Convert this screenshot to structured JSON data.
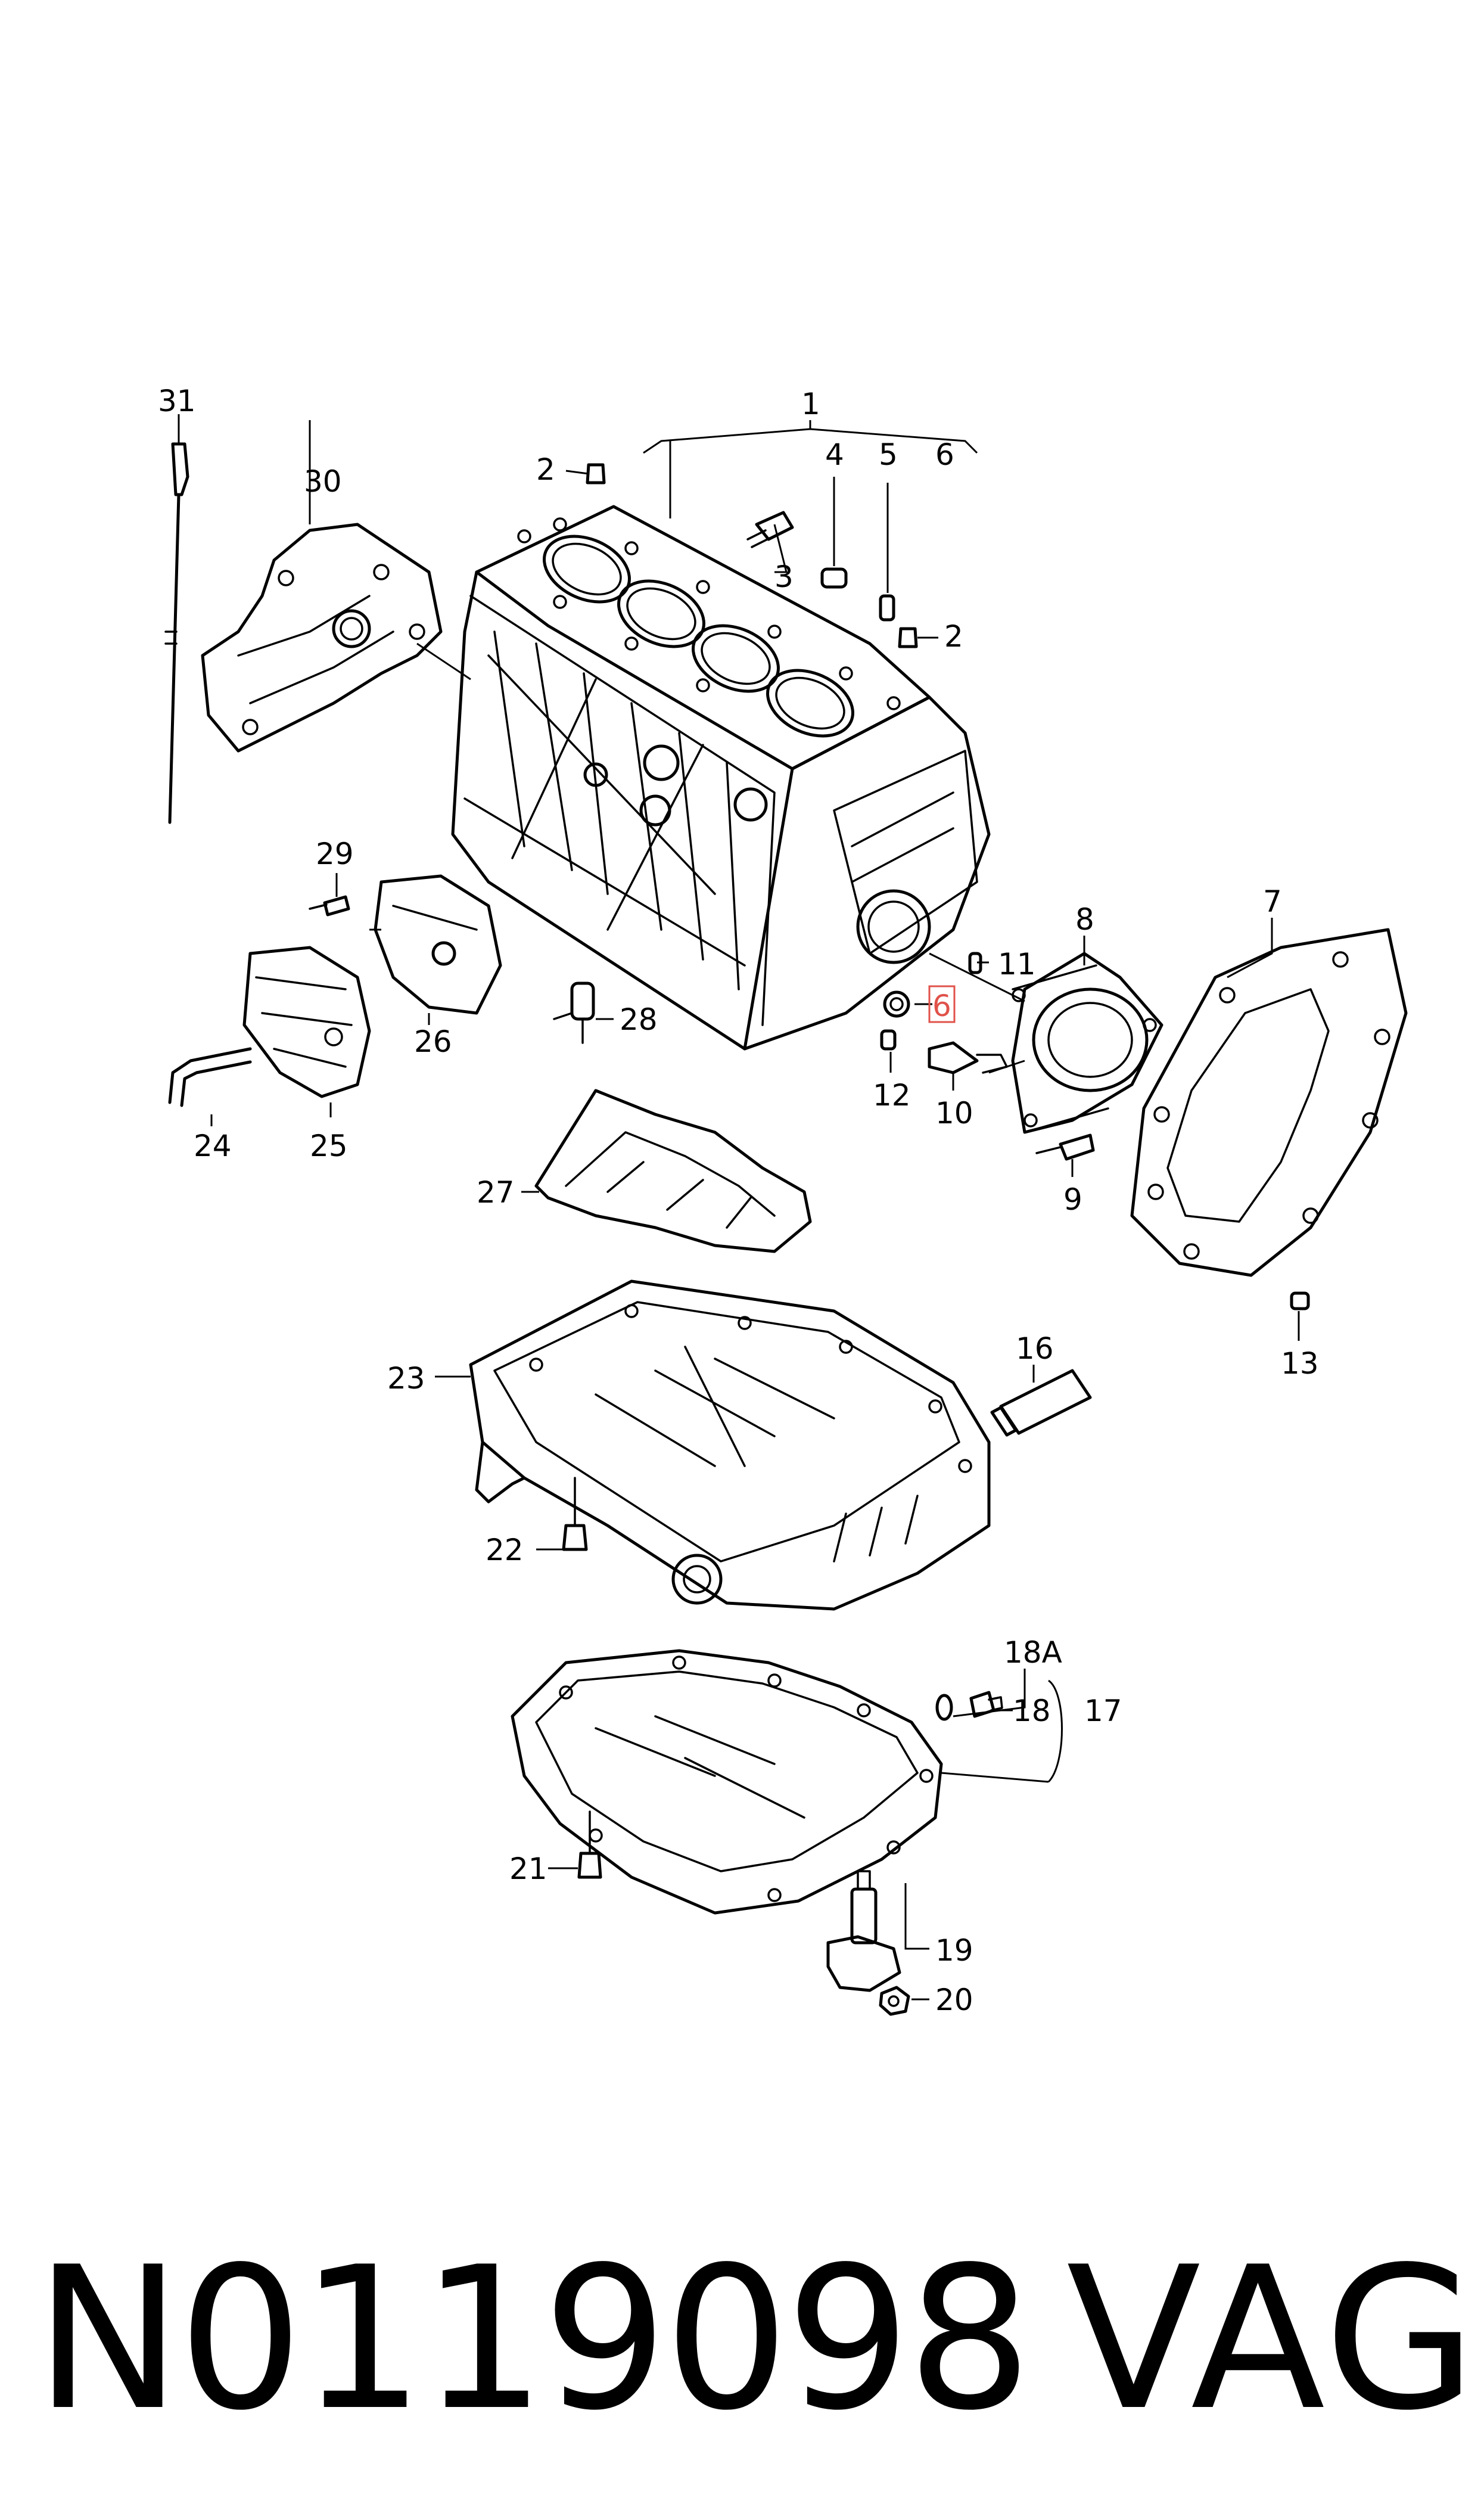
{
  "diagram": {
    "callouts": {
      "c1": "1",
      "c2a": "2",
      "c2b": "2",
      "c3": "3",
      "c4": "4",
      "c5": "5",
      "c6": "6",
      "c6hl": "6",
      "c7": "7",
      "c8": "8",
      "c9": "9",
      "c10": "10",
      "c11": "11",
      "c12": "12",
      "c13": "13",
      "c16": "16",
      "c17": "17",
      "c18": "18",
      "c18a": "18A",
      "c19": "19",
      "c20": "20",
      "c21": "21",
      "c22": "22",
      "c23": "23",
      "c24": "24",
      "c25": "25",
      "c26": "26",
      "c27": "27",
      "c28": "28",
      "c29": "29",
      "c30": "30",
      "c31": "31"
    },
    "highlighted_item": "6",
    "highlight_color": "#e0524a"
  },
  "footer": {
    "part_number": "N0119098",
    "brand": "VAG"
  }
}
